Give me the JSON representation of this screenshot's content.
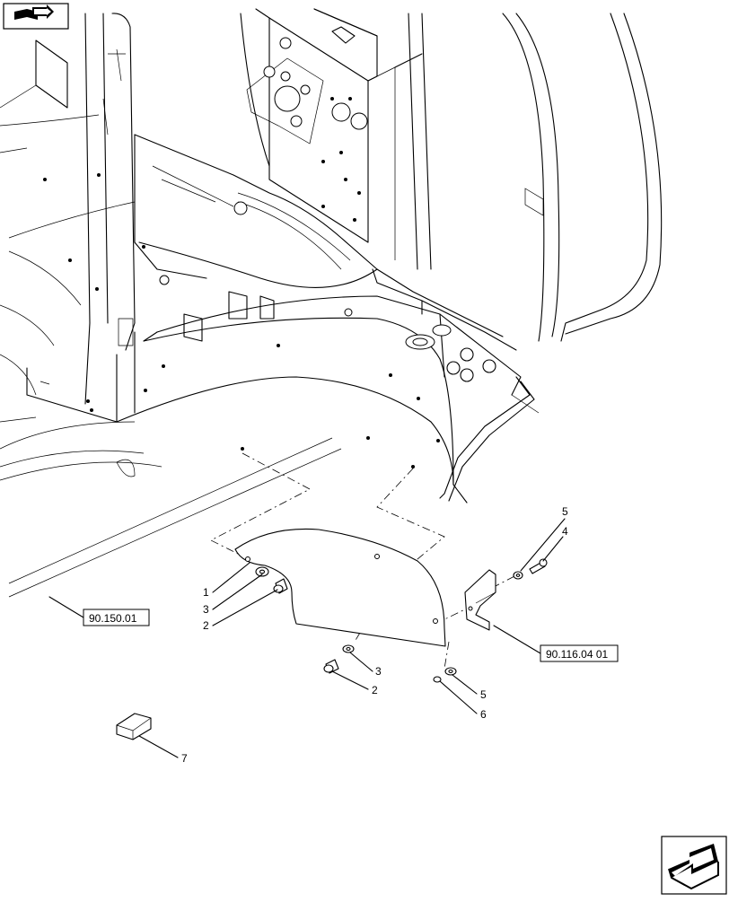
{
  "callouts": [
    {
      "id": "c1",
      "label": "1"
    },
    {
      "id": "c3a",
      "label": "3"
    },
    {
      "id": "c2a",
      "label": "2"
    },
    {
      "id": "c3b",
      "label": "3"
    },
    {
      "id": "c2b",
      "label": "2"
    },
    {
      "id": "c5a",
      "label": "5"
    },
    {
      "id": "c4",
      "label": "4"
    },
    {
      "id": "c5b",
      "label": "5"
    },
    {
      "id": "c6",
      "label": "6"
    },
    {
      "id": "c7",
      "label": "7"
    }
  ],
  "references": [
    {
      "id": "ref1",
      "label": "90.150.01"
    },
    {
      "id": "ref2",
      "label": "90.116.04 01"
    }
  ],
  "icons": {
    "top_left": "book-arrow-icon",
    "bottom_right": "next-page-arrow-icon"
  }
}
